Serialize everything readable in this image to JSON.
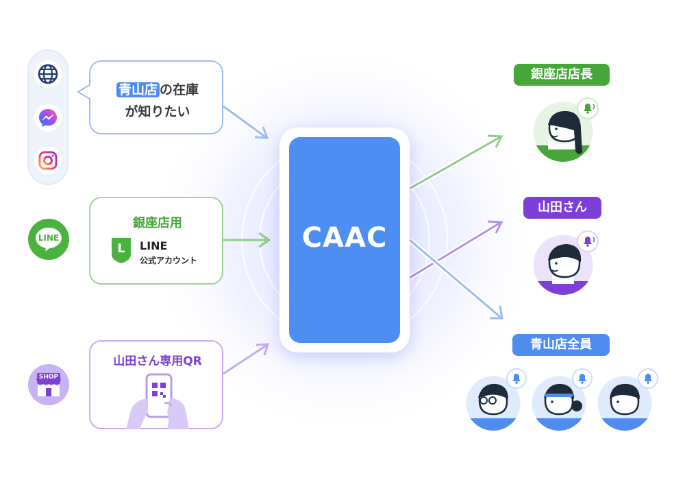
{
  "bubbles": {
    "inventory": {
      "highlight": "青山店",
      "line1_rest": "の在庫",
      "line2": "が知りたい"
    },
    "line_account": {
      "title": "銀座店用",
      "logo_letter": "L",
      "logo_word": "LINE",
      "logo_sub": "公式アカウント"
    },
    "qr": {
      "title": "山田さん専用QR"
    }
  },
  "channels": {
    "line_label": "LINE",
    "shop_label": "SHOP"
  },
  "hub": {
    "label": "CAAC"
  },
  "recipients": {
    "ginza_manager": "銀座店店長",
    "yamada": "山田さん",
    "aoyama_all": "青山店全員"
  },
  "colors": {
    "blue": "#4f8cf0",
    "green": "#46a63a",
    "purple": "#7d3fd8",
    "hub": "#4d8ef2"
  }
}
